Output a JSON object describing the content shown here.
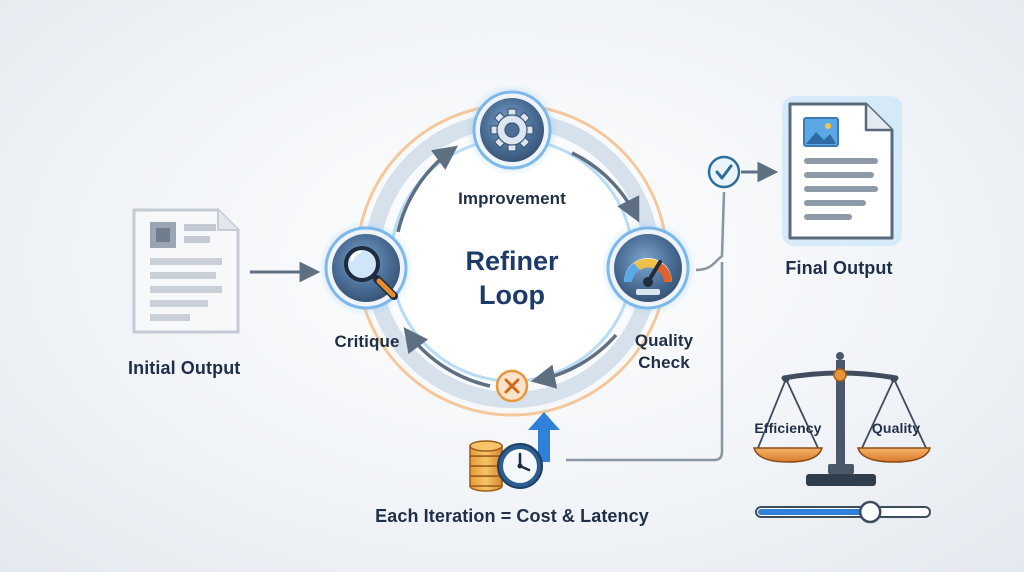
{
  "diagram": {
    "title_line1": "Refiner",
    "title_line2": "Loop",
    "nodes": {
      "improvement": "Improvement",
      "critique": "Critique",
      "quality_line1": "Quality",
      "quality_line2": "Check"
    },
    "initial_output": "Initial Output",
    "final_output": "Final Output",
    "cost_note": "Each Iteration = Cost & Latency",
    "tradeoff": {
      "left": "Efficiency",
      "right": "Quality"
    }
  },
  "colors": {
    "navy": "#1f2f47",
    "accent_blue": "#2f80d8",
    "node_blue": "#4c6f95",
    "orange": "#e8953a",
    "check_teal": "#2d6f9a"
  },
  "icons": [
    "document-icon",
    "magnifier-icon",
    "gear-icon",
    "gauge-icon",
    "cancel-icon",
    "check-icon",
    "coins-icon",
    "clock-icon",
    "up-arrow-icon",
    "balance-scale-icon",
    "slider-icon",
    "image-document-icon"
  ]
}
